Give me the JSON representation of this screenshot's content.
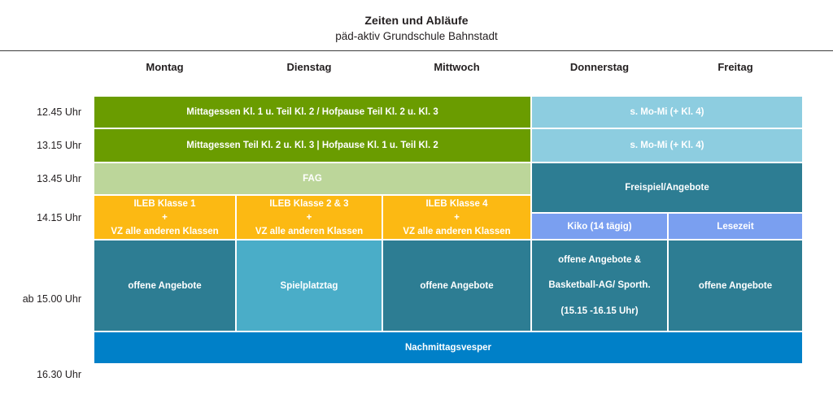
{
  "document": {
    "title": "Zeiten und Abläufe",
    "subtitle": "päd-aktiv Grundschule Bahnstadt"
  },
  "colors": {
    "green": "#6a9c00",
    "light_green": "#bcd69a",
    "light_blue": "#8dcde0",
    "teal": "#2d7d93",
    "sky_blue": "#4aadc8",
    "orange": "#fcb913",
    "cornflower": "#7a9ff0",
    "blue": "#0080c8"
  },
  "columns": [
    {
      "key": "montag",
      "label": "Montag"
    },
    {
      "key": "dienstag",
      "label": "Dienstag"
    },
    {
      "key": "mittwoch",
      "label": "Mittwoch"
    },
    {
      "key": "donnerstag",
      "label": "Donnerstag"
    },
    {
      "key": "freitag",
      "label": "Freitag"
    }
  ],
  "times": [
    {
      "label": "12.45 Uhr"
    },
    {
      "label": "13.15 Uhr"
    },
    {
      "label": "13.45 Uhr"
    },
    {
      "label": "14.15 Uhr"
    },
    {
      "label": "ab 15.00 Uhr"
    },
    {
      "label": "16.30 Uhr"
    }
  ],
  "schedule": {
    "row_1245": {
      "mo_mi": "Mittagessen Kl. 1 u. Teil Kl. 2 / Hofpause Teil Kl. 2 u. Kl. 3",
      "do_fr": "s. Mo-Mi (+ Kl. 4)"
    },
    "row_1315": {
      "mo_mi": "Mittagessen Teil Kl. 2 u. Kl. 3 | Hofpause Kl. 1 u. Teil Kl. 2",
      "do_fr": "s. Mo-Mi (+ Kl. 4)"
    },
    "row_1345": {
      "mo_mi": "FAG",
      "do_fr": "Freispiel/Angebote"
    },
    "row_1415": {
      "montag": {
        "line1": "ILEB  Klasse 1",
        "line2": "+",
        "line3": "VZ alle anderen Klassen"
      },
      "dienstag": {
        "line1": "ILEB Klasse 2 & 3",
        "line2": "+",
        "line3": "VZ alle anderen Klassen"
      },
      "mittwoch": {
        "line1": "ILEB Klasse 4",
        "line2": "+",
        "line3": "VZ alle anderen Klassen"
      },
      "donnerstag": "Kiko (14 tägig)",
      "freitag": "Lesezeit"
    },
    "row_1500": {
      "montag": "offene Angebote",
      "dienstag": "Spielplatztag",
      "mittwoch": "offene Angebote",
      "donnerstag": {
        "line1": "offene Angebote &",
        "line2": "Basketball-AG/ Sporth.",
        "line3": "(15.15 -16.15 Uhr)"
      },
      "freitag": "offene Angebote"
    },
    "row_1630": {
      "all": "Nachmittagsvesper"
    }
  }
}
